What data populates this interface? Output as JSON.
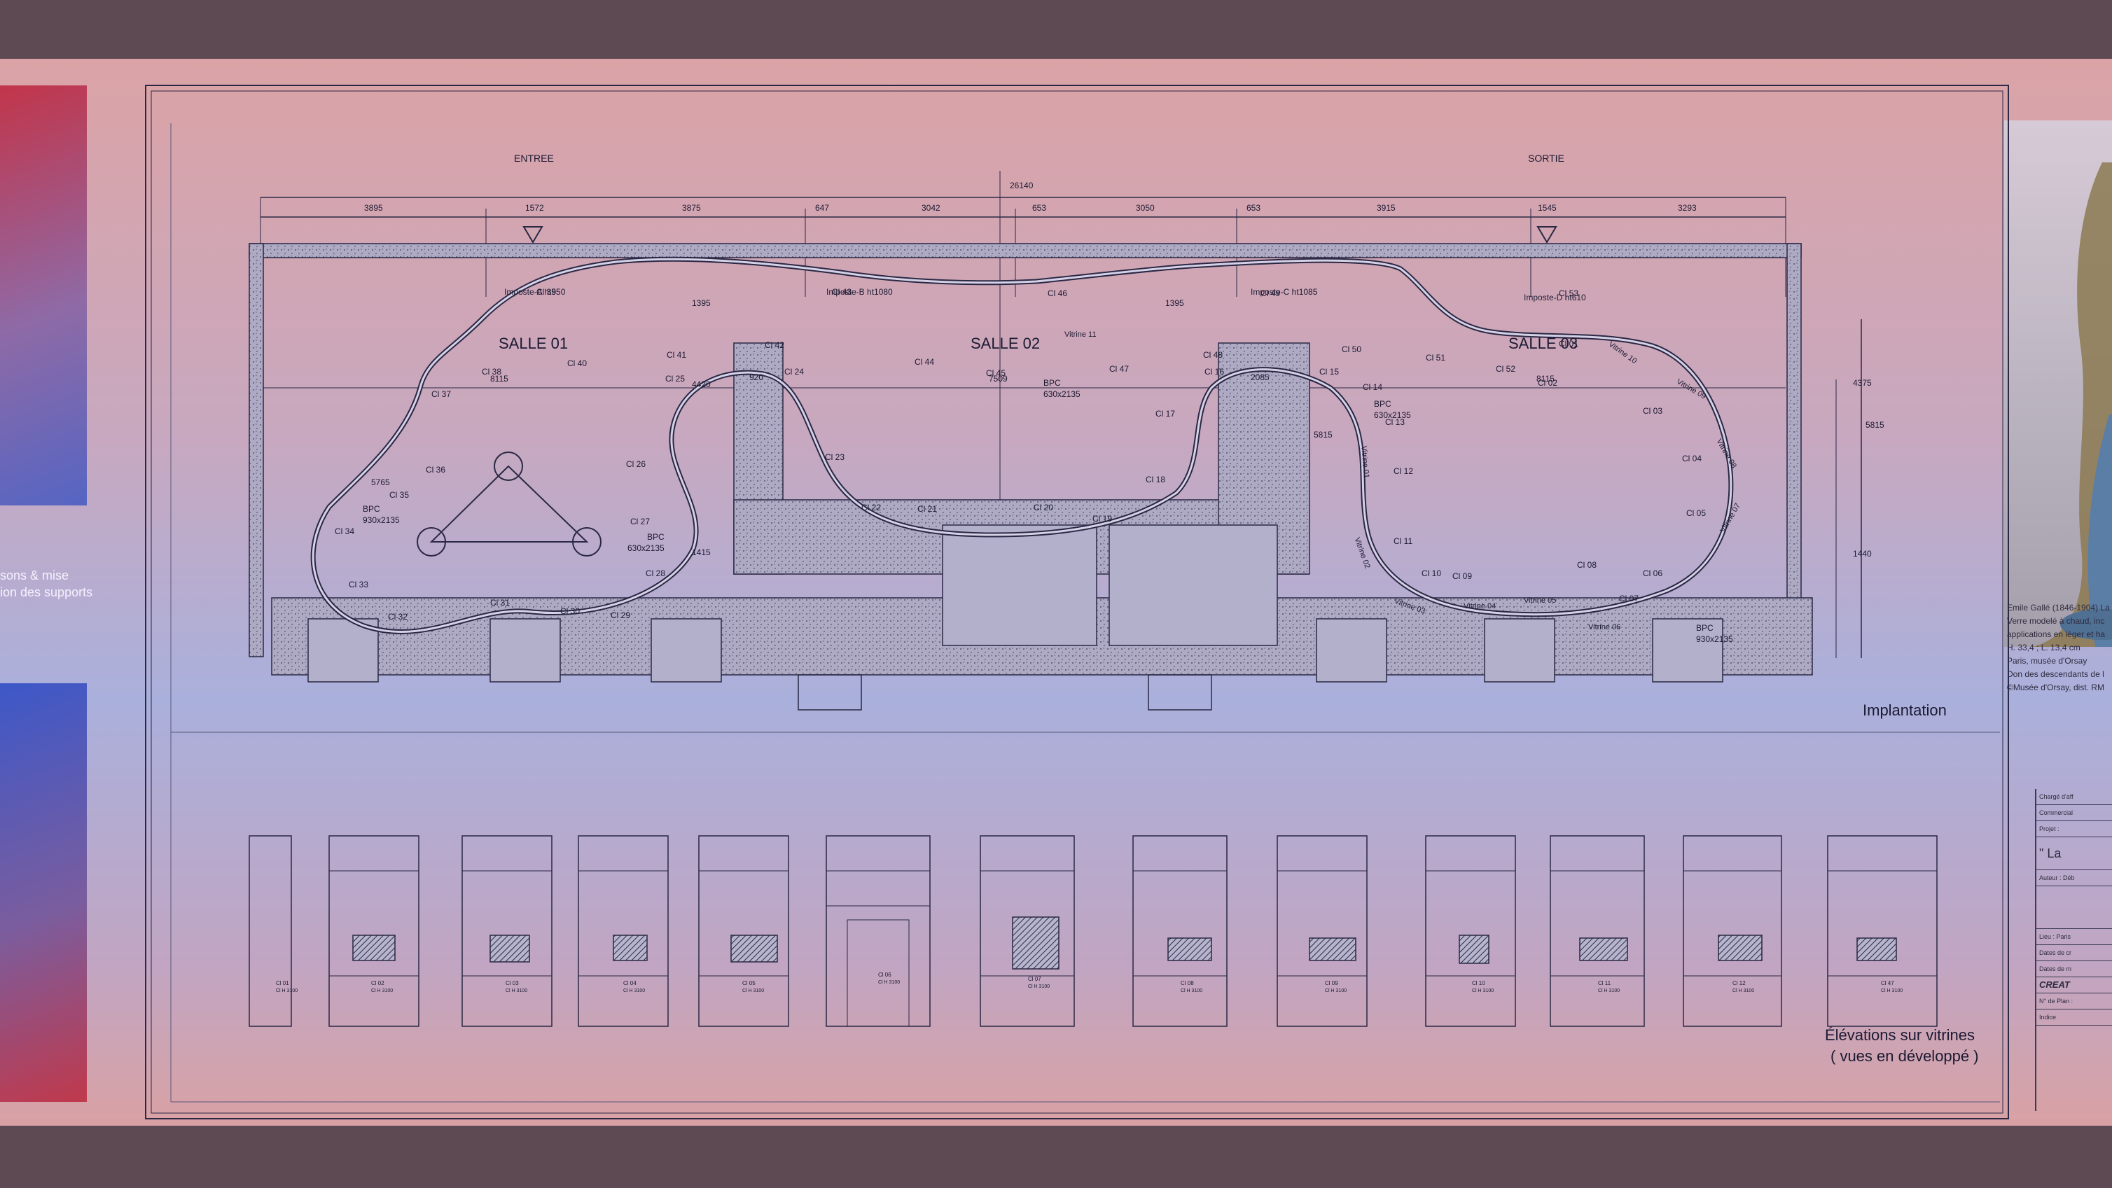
{
  "left_caption": [
    "sons & mise",
    "ion des supports"
  ],
  "entry_label": "ENTREE",
  "exit_label": "SORTIE",
  "overall_dimension": "26140",
  "top_dimensions": [
    "3895",
    "1572",
    "3875",
    "647",
    "3042",
    "653",
    "3050",
    "653",
    "3915",
    "1545",
    "3293"
  ],
  "rooms": [
    "SALLE 01",
    "SALLE 02",
    "SALLE 03"
  ],
  "room_widths": [
    "8115",
    "7509",
    "8115"
  ],
  "vertical_dimensions": [
    "5765",
    "1395",
    "4420",
    "1415",
    "1395",
    "5815",
    "4375",
    "5815",
    "1440"
  ],
  "sub_dims": [
    "920",
    "2085"
  ],
  "imposts": [
    "Imposte-A ht550",
    "Imposte-B ht1080",
    "Imposte-C ht1085",
    "Imposte-D ht610"
  ],
  "bpc_labels": [
    "BPC",
    "930x2135",
    "BPC",
    "630x2135",
    "BPC",
    "630x2135",
    "BPC",
    "630x2135",
    "BPC",
    "930x2135"
  ],
  "cl_labels": [
    "Cl 01",
    "Cl 02",
    "Cl 03",
    "Cl 04",
    "Cl 05",
    "Cl 06",
    "Cl 07",
    "Cl 08",
    "Cl 09",
    "Cl 10",
    "Cl 11",
    "Cl 12",
    "Cl 13",
    "Cl 14",
    "Cl 15",
    "Cl 16",
    "Cl 17",
    "Cl 18",
    "Cl 19",
    "Cl 20",
    "Cl 21",
    "Cl 22",
    "Cl 23",
    "Cl 24",
    "Cl 25",
    "Cl 26",
    "Cl 27",
    "Cl 28",
    "Cl 29",
    "Cl 30",
    "Cl 31",
    "Cl 32",
    "Cl 33",
    "Cl 34",
    "Cl 35",
    "Cl 36",
    "Cl 37",
    "Cl 38",
    "Cl 39",
    "Cl 40",
    "Cl 41",
    "Cl 42",
    "Cl 43",
    "Cl 44",
    "Cl 45",
    "Cl 46",
    "Cl 47",
    "Cl 48",
    "Cl 49",
    "Cl 50",
    "Cl 51",
    "Cl 52",
    "Cl 53"
  ],
  "vitrines": [
    "Vitrine 01",
    "Vitrine 02",
    "Vitrine 03",
    "Vitrine 04",
    "Vitrine 05",
    "Vitrine 06",
    "Vitrine 07",
    "Vitrine 08",
    "Vitrine 09",
    "Vitrine 10",
    "Vitrine 11"
  ],
  "implantation_label": "Implantation",
  "elevations_label_1": "Élévations sur vitrines",
  "elevations_label_2": "( vues en développé )",
  "elevation_names": [
    "Cl 01",
    "Cl 02",
    "Cl 03",
    "Cl 04",
    "Cl 05",
    "Cl 06",
    "Cl 07",
    "Cl 08",
    "Cl 09",
    "Cl 10",
    "Cl 11",
    "Cl 12",
    "Cl 47"
  ],
  "elevation_sub": "Cl H 3100",
  "photo_caption": [
    "Emile Gallé (1846-1904) La",
    "Verre modelé à chaud, inc",
    "applications en léger et ha",
    "H. 33,4 ; L. 13,4 cm",
    "Paris, musée d'Orsay",
    "Don des descendants de l",
    "©Musée d'Orsay, dist. RM"
  ],
  "title_block": {
    "rows": [
      "Chargé d'aff",
      "Commercial",
      "Projet :"
    ],
    "big": "\" La",
    "author": "Auteur : Déb",
    "rows2": [
      "Lieu : Paris",
      "Dates de cr",
      "Dates de m"
    ],
    "logo": "CREAT",
    "plan": "N° de Plan :",
    "index": "Indice"
  },
  "colors": {
    "line": "#2a2844",
    "poche": "#a6a3bc",
    "page": "#5e4a52"
  }
}
